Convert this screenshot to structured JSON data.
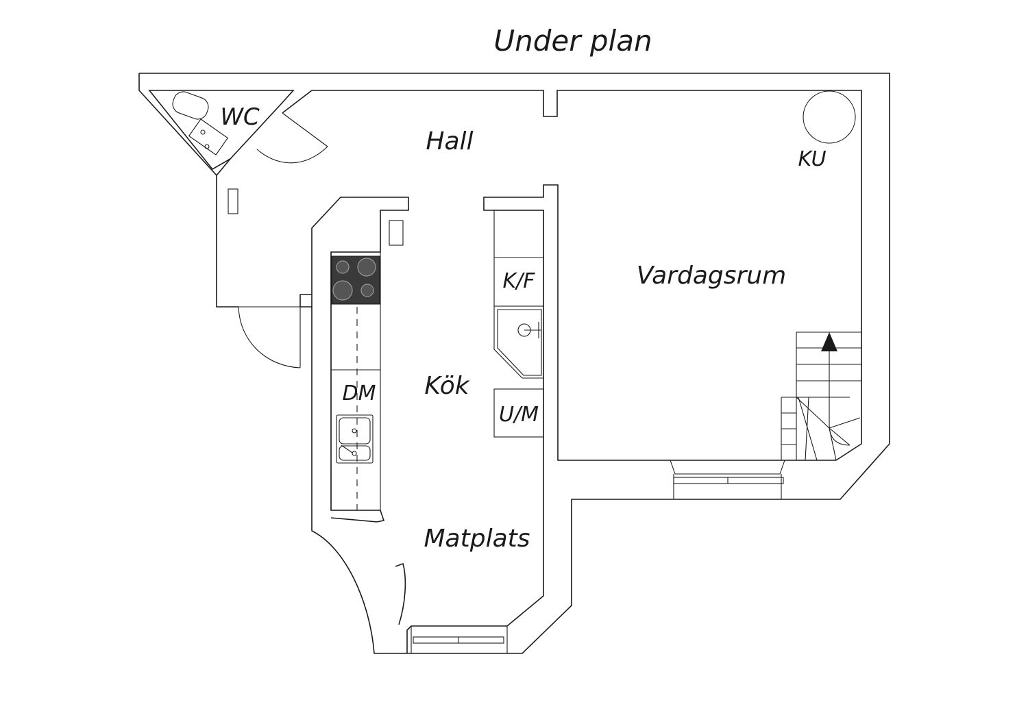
{
  "plan": {
    "title": "Under plan",
    "rooms": {
      "wc": "WC",
      "hall": "Hall",
      "ku": "KU",
      "kf": "K/F",
      "vardagsrum": "Vardagsrum",
      "kok": "Kök",
      "dm": "DM",
      "um": "U/M",
      "matplats": "Matplats"
    }
  },
  "colors": {
    "line": "#1a1a1a",
    "stove": "#3a3a3a",
    "background": "#ffffff"
  }
}
